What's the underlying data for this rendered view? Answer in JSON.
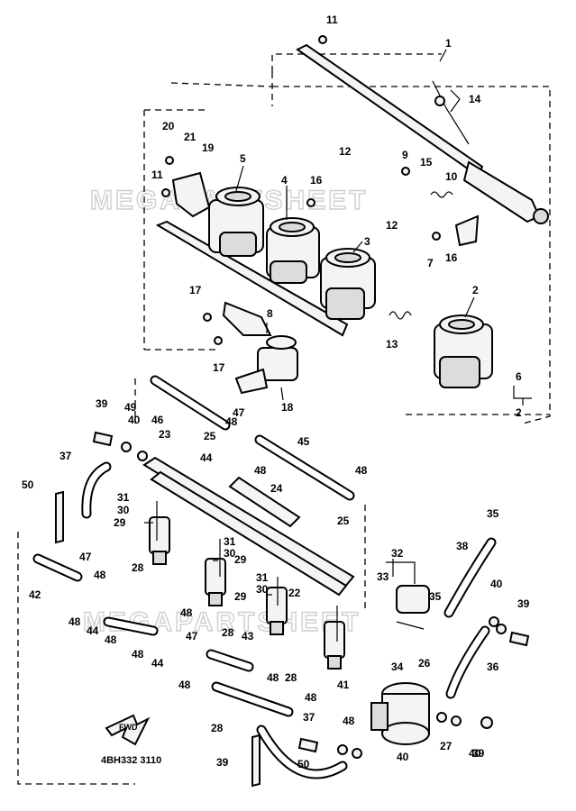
{
  "watermark": "MEGAPARTSHEET",
  "diagram_code": "4BH332 3110",
  "fwd_label": "FWD",
  "callouts": [
    "11",
    "1",
    "14",
    "20",
    "21",
    "19",
    "5",
    "4",
    "16",
    "12",
    "9",
    "15",
    "10",
    "11",
    "3",
    "12",
    "7",
    "16",
    "2",
    "17",
    "8",
    "13",
    "17",
    "18",
    "6",
    "2",
    "39",
    "49",
    "46",
    "47",
    "45",
    "40",
    "23",
    "25",
    "48",
    "44",
    "48",
    "37",
    "50",
    "24",
    "31",
    "30",
    "29",
    "48",
    "25",
    "35",
    "38",
    "28",
    "32",
    "31",
    "30",
    "29",
    "33",
    "42",
    "47",
    "48",
    "31",
    "30",
    "29",
    "22",
    "35",
    "40",
    "39",
    "44",
    "48",
    "48",
    "48",
    "48",
    "28",
    "43",
    "34",
    "26",
    "47",
    "28",
    "36",
    "48",
    "44",
    "48",
    "48",
    "41",
    "28",
    "37",
    "48",
    "40",
    "27",
    "40",
    "39",
    "50",
    "39"
  ]
}
